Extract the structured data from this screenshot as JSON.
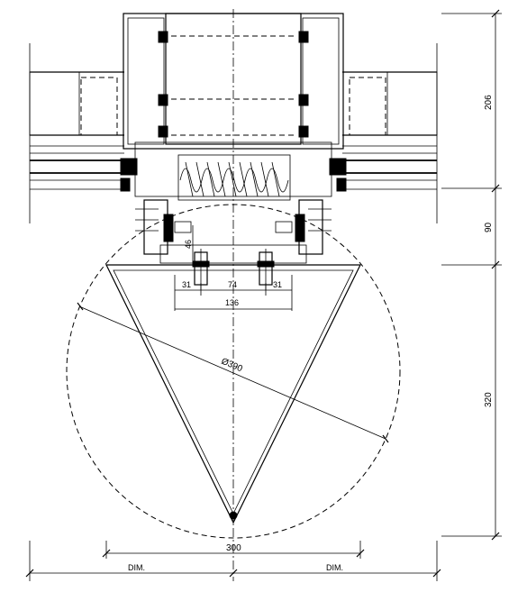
{
  "drawing": {
    "dimensions": {
      "right_top": "206",
      "right_mid": "90",
      "right_bottom": "320",
      "bolt_left": "31",
      "bolt_mid": "74",
      "bolt_right": "31",
      "bolt_total": "136",
      "plate_offset": "46",
      "circle_diameter": "Ø390",
      "triangle_width": "300",
      "bottom_left": "DIM.",
      "bottom_right": "DIM."
    }
  }
}
